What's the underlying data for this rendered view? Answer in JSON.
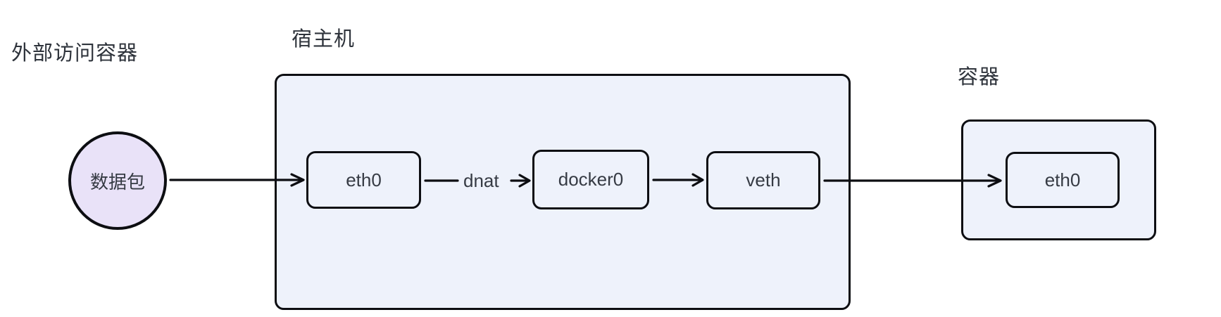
{
  "diagram": {
    "scene_title": "外部访问容器",
    "packet_node": "数据包",
    "host": {
      "label": "宿主机",
      "nodes": {
        "eth0": "eth0",
        "docker0": "docker0",
        "veth": "veth"
      }
    },
    "container": {
      "label": "容器",
      "nodes": {
        "eth0": "eth0"
      }
    },
    "edges": {
      "dnat_label": "dnat"
    },
    "colors": {
      "box_fill": "#EEF2FB",
      "circle_fill": "#E9E2F8",
      "stroke_color": "#0d0e12",
      "text_color": "#363b44",
      "label_color": "#2e333b"
    }
  }
}
